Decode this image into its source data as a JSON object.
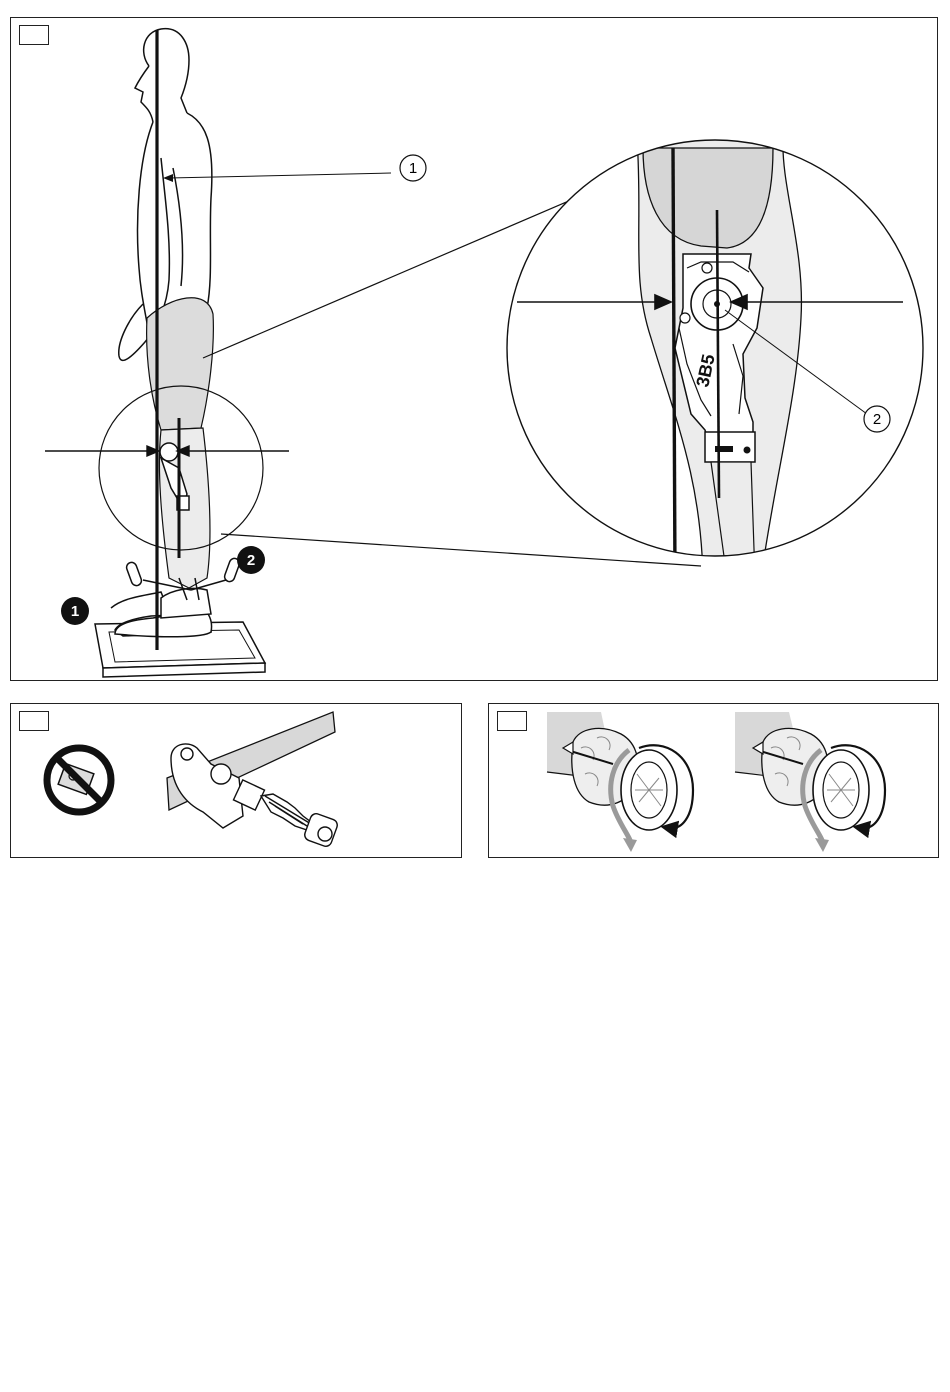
{
  "figures": {
    "main": {
      "callouts": [
        {
          "label": "1"
        },
        {
          "label": "2"
        }
      ],
      "badges": [
        {
          "label": "1"
        },
        {
          "label": "2"
        }
      ],
      "knee_model_text": "3B5"
    },
    "cut_tool": {
      "prohibition_icon": "no-cutting-icon",
      "tool_icon": "pipe-cutter-icon"
    },
    "twist": {
      "rotation_icon": "rotate-arrow-icon"
    }
  },
  "colors": {
    "line": "#111111",
    "shade": "#dcdcdc",
    "badge": "#111111",
    "arrow_grey": "#9a9a9a"
  }
}
